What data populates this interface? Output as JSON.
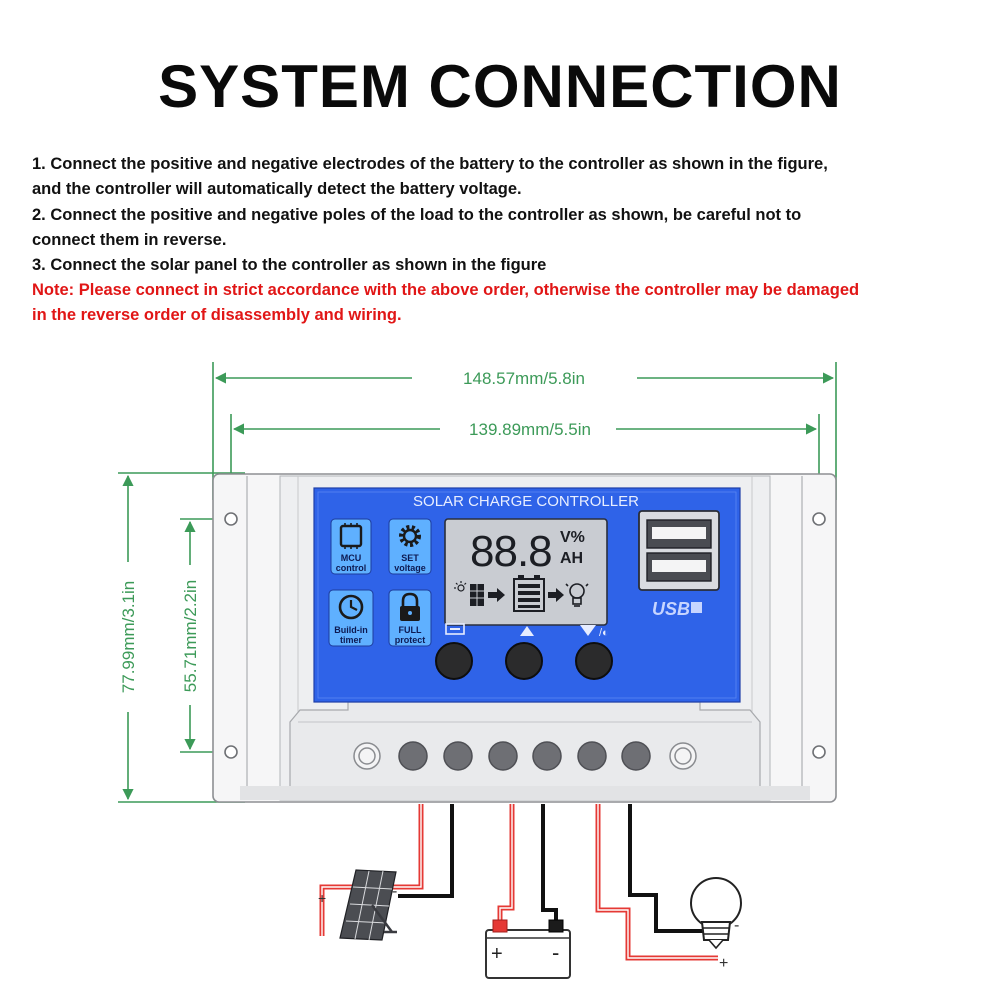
{
  "title": "SYSTEM CONNECTION",
  "instructions": {
    "line1": "1. Connect the positive and negative electrodes of the battery to the controller as shown in the figure,",
    "line2": "and the controller will automatically detect the battery voltage.",
    "line3": "2. Connect the positive and negative poles of the load to the controller as shown, be careful not to",
    "line4": "connect them in reverse.",
    "line5": "3. Connect the solar panel to the controller as shown in the figure",
    "note1": "Note: Please connect in strict accordance with the above order, otherwise the controller may be damaged",
    "note2": "in the reverse order of disassembly and wiring."
  },
  "dimensions": {
    "outer_width": "148.57mm/5.8in",
    "inner_width": "139.89mm/5.5in",
    "outer_height": "77.99mm/3.1in",
    "inner_height": "55.71mm/2.2in"
  },
  "panel": {
    "header": "SOLAR CHARGE CONTROLLER",
    "lcd_digits": "88.8",
    "lcd_unit_top": "V%",
    "lcd_unit_bottom": "AH",
    "usb_label": "USB",
    "features": [
      {
        "line1": "MCU",
        "line2": "control"
      },
      {
        "line1": "SET",
        "line2": "voltage"
      },
      {
        "line1": "Build-in",
        "line2": "timer"
      },
      {
        "line1": "FULL",
        "line2": "protect"
      }
    ]
  },
  "wiring": {
    "solar_plus": "+",
    "solar_minus": "-",
    "battery_plus": "+",
    "battery_minus": "-",
    "load_minus": "-",
    "load_plus": "+"
  },
  "colors": {
    "dimension_line": "#3c9a58",
    "panel_blue": "#2f63e8",
    "wire_red": "#e53935",
    "wire_black": "#111111",
    "note_red": "#e11616"
  }
}
